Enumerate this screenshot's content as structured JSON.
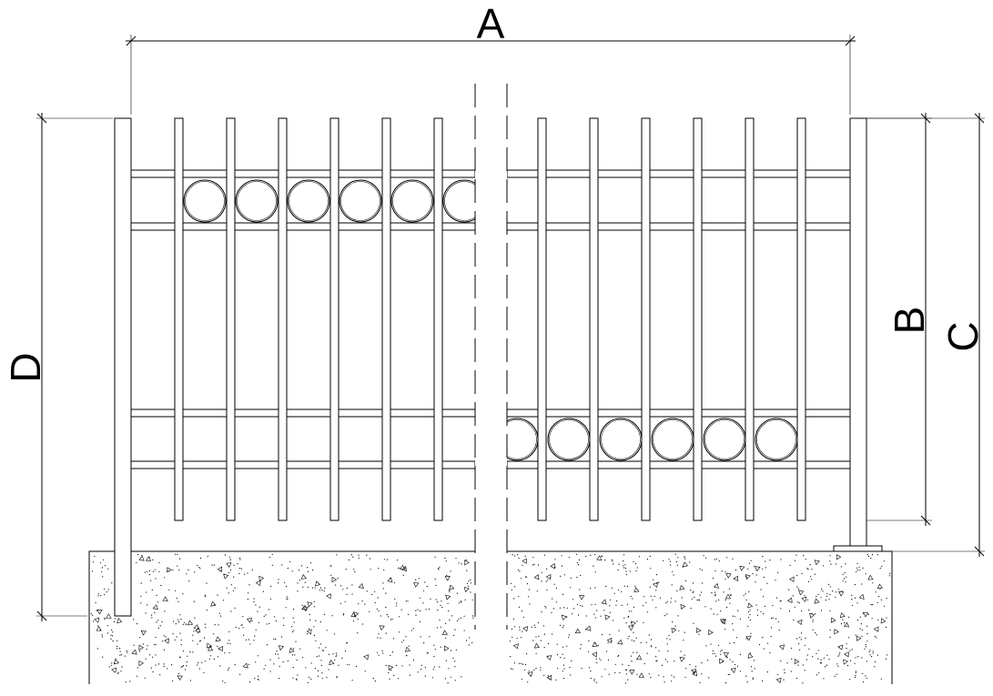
{
  "dimension_labels": {
    "a": "A",
    "b": "B",
    "c": "C",
    "d": "D"
  },
  "colors": {
    "ink": "#000000",
    "background": "#ffffff"
  }
}
